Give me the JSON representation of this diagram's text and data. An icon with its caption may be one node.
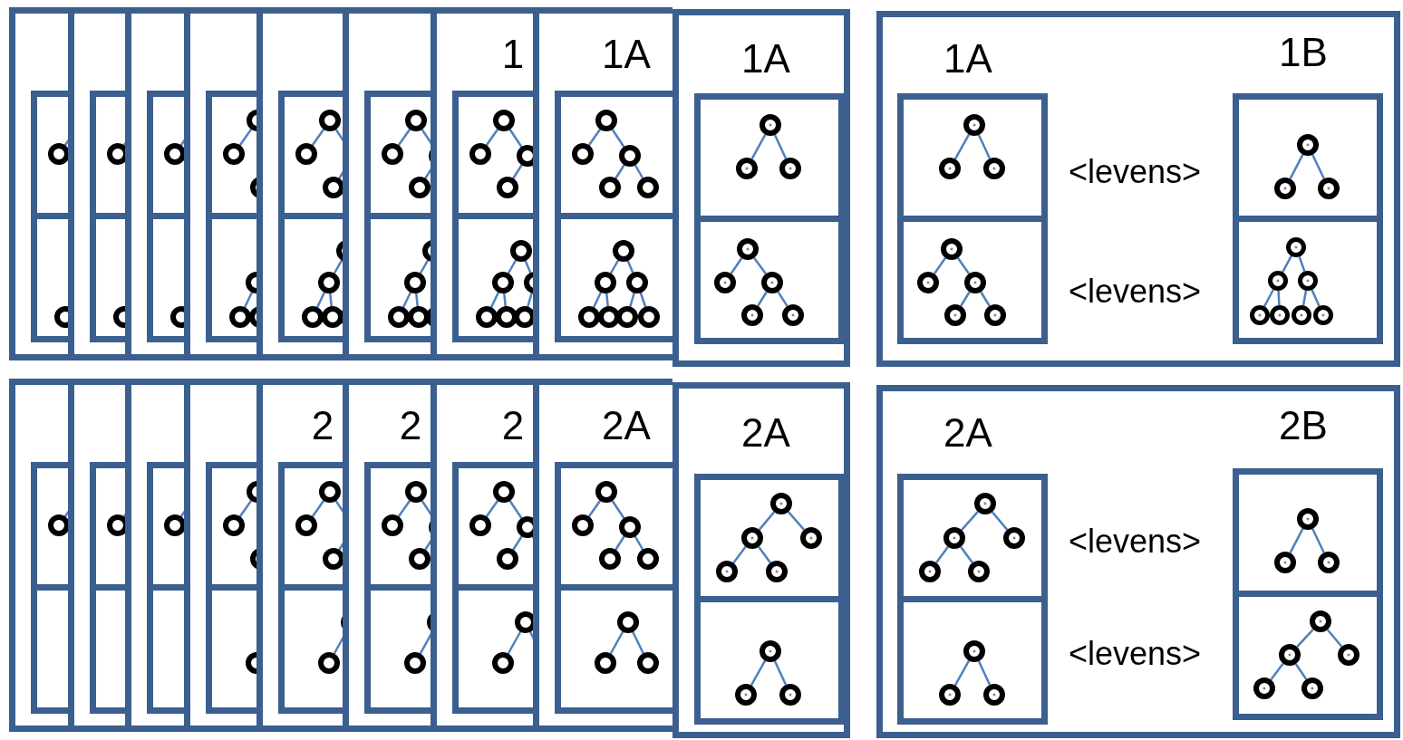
{
  "diagram": {
    "nodes": [
      {
        "text": [],
        "shape": "box"
      },
      {
        "text": [],
        "shape": "box",
        "in": 0
      },
      {
        "text": [],
        "shape": "box",
        "in": 0
      },
      {
        "text": [],
        "shape": "box"
      },
      {
        "text": [],
        "shape": "box",
        "in": 3
      },
      {
        "text": [],
        "shape": "box",
        "in": 3
      },
      {
        "text": [],
        "shape": "box"
      },
      {
        "text": [],
        "shape": "box",
        "in": 6
      },
      {
        "text": [],
        "shape": "box",
        "in": 6
      },
      {
        "text": [],
        "shape": "box"
      },
      {
        "text": [],
        "shape": "box",
        "in": 9
      },
      {
        "text": [],
        "shape": "box",
        "in": 9
      },
      {
        "text": [],
        "shape": "box"
      },
      {
        "text": [],
        "shape": "box",
        "in": 12
      },
      {
        "text": [],
        "shape": "box",
        "in": 12
      },
      {
        "text": [],
        "shape": "box"
      },
      {
        "text": [],
        "shape": "box",
        "in": 15
      },
      {
        "text": [],
        "shape": "box",
        "in": 15
      },
      {
        "text": [
          "1"
        ]
      },
      {
        "text": [],
        "shape": "box",
        "in": 18
      },
      {
        "text": [],
        "shape": "box",
        "in": 18
      },
      {
        "text": [
          "1A"
        ]
      },
      {
        "text": [],
        "shape": "box",
        "in": 21
      },
      {
        "text": [],
        "shape": "box",
        "in": 21
      },
      {
        "text": [
          "1A"
        ]
      },
      {
        "text": [],
        "shape": "box",
        "in": 24
      },
      {
        "text": [],
        "shape": "box",
        "in": 24
      },
      {
        "text": [],
        "shape": "circle",
        "in": 25
      },
      {
        "text": [],
        "shape": "circle",
        "in": 25
      },
      {
        "text": [],
        "shape": "circle",
        "in": 25
      },
      {
        "text": [],
        "shape": "circle",
        "in": 26
      },
      {
        "text": [],
        "shape": "circle",
        "in": 26
      },
      {
        "text": [],
        "shape": "circle",
        "in": 26
      },
      {
        "text": [],
        "shape": "circle",
        "in": 26
      },
      {
        "text": [],
        "shape": "circle",
        "in": 26
      },
      {
        "text": [
          "1A",
          "1B",
          "<levens>",
          "<levens>"
        ]
      },
      {
        "text": [],
        "shape": "box",
        "in": 35
      },
      {
        "text": [],
        "shape": "box",
        "in": 35
      },
      {
        "text": [],
        "shape": "box",
        "in": 35
      },
      {
        "text": [],
        "shape": "box",
        "in": 35
      },
      {
        "text": [],
        "shape": "circle",
        "in": 36
      },
      {
        "text": [],
        "shape": "circle",
        "in": 36
      },
      {
        "text": [],
        "shape": "circle",
        "in": 36
      },
      {
        "text": [],
        "shape": "circle",
        "in": 37
      },
      {
        "text": [],
        "shape": "circle",
        "in": 37
      },
      {
        "text": [],
        "shape": "circle",
        "in": 37
      },
      {
        "text": [],
        "shape": "circle",
        "in": 37
      },
      {
        "text": [],
        "shape": "circle",
        "in": 37
      },
      {
        "text": [],
        "shape": "circle",
        "in": 38
      },
      {
        "text": [],
        "shape": "circle",
        "in": 38
      },
      {
        "text": [],
        "shape": "circle",
        "in": 38
      },
      {
        "text": [],
        "shape": "circle",
        "in": 39
      },
      {
        "text": [],
        "shape": "circle",
        "in": 39
      },
      {
        "text": [],
        "shape": "circle",
        "in": 39
      },
      {
        "text": [],
        "shape": "circle",
        "in": 39
      },
      {
        "text": [],
        "shape": "circle",
        "in": 39
      },
      {
        "text": [],
        "shape": "circle",
        "in": 39
      },
      {
        "text": [],
        "shape": "circle",
        "in": 39
      },
      {
        "text": [],
        "shape": "box"
      },
      {
        "text": [],
        "shape": "box",
        "in": 58
      },
      {
        "text": [],
        "shape": "box",
        "in": 58
      },
      {
        "text": [],
        "shape": "box"
      },
      {
        "text": [],
        "shape": "box",
        "in": 61
      },
      {
        "text": [],
        "shape": "box",
        "in": 61
      },
      {
        "text": [],
        "shape": "box"
      },
      {
        "text": [],
        "shape": "box",
        "in": 64
      },
      {
        "text": [],
        "shape": "box",
        "in": 64
      },
      {
        "text": [],
        "shape": "box"
      },
      {
        "text": [],
        "shape": "box",
        "in": 67
      },
      {
        "text": [],
        "shape": "box",
        "in": 67
      },
      {
        "text": [
          "2"
        ]
      },
      {
        "text": [],
        "shape": "box",
        "in": 70
      },
      {
        "text": [],
        "shape": "box",
        "in": 70
      },
      {
        "text": [
          "2"
        ]
      },
      {
        "text": [],
        "shape": "box",
        "in": 73
      },
      {
        "text": [],
        "shape": "box",
        "in": 73
      },
      {
        "text": [
          "2"
        ]
      },
      {
        "text": [],
        "shape": "box",
        "in": 76
      },
      {
        "text": [],
        "shape": "box",
        "in": 76
      },
      {
        "text": [
          "2A"
        ]
      },
      {
        "text": [],
        "shape": "box",
        "in": 79
      },
      {
        "text": [],
        "shape": "box",
        "in": 79
      },
      {
        "text": [
          "2A"
        ]
      },
      {
        "text": [],
        "shape": "box",
        "in": 82
      },
      {
        "text": [],
        "shape": "box",
        "in": 82
      },
      {
        "text": [],
        "shape": "circle",
        "in": 83
      },
      {
        "text": [],
        "shape": "circle",
        "in": 83
      },
      {
        "text": [],
        "shape": "circle",
        "in": 83
      },
      {
        "text": [],
        "shape": "circle",
        "in": 83
      },
      {
        "text": [],
        "shape": "circle",
        "in": 83
      },
      {
        "text": [],
        "shape": "circle",
        "in": 84
      },
      {
        "text": [],
        "shape": "circle",
        "in": 84
      },
      {
        "text": [],
        "shape": "circle",
        "in": 84
      },
      {
        "text": [
          "2A",
          "2B",
          "<levens>",
          "<levens>"
        ]
      },
      {
        "text": [],
        "shape": "box",
        "in": 93
      },
      {
        "text": [],
        "shape": "box",
        "in": 93
      },
      {
        "text": [],
        "shape": "box",
        "in": 93
      },
      {
        "text": [],
        "shape": "box",
        "in": 93
      },
      {
        "text": [],
        "shape": "circle",
        "in": 94
      },
      {
        "text": [],
        "shape": "circle",
        "in": 94
      },
      {
        "text": [],
        "shape": "circle",
        "in": 94
      },
      {
        "text": [],
        "shape": "circle",
        "in": 94
      },
      {
        "text": [],
        "shape": "circle",
        "in": 94
      },
      {
        "text": [],
        "shape": "circle",
        "in": 95
      },
      {
        "text": [],
        "shape": "circle",
        "in": 95
      },
      {
        "text": [],
        "shape": "circle",
        "in": 95
      },
      {
        "text": [],
        "shape": "circle",
        "in": 96
      },
      {
        "text": [],
        "shape": "circle",
        "in": 96
      },
      {
        "text": [],
        "shape": "circle",
        "in": 96
      },
      {
        "text": [],
        "shape": "circle",
        "in": 97
      },
      {
        "text": [],
        "shape": "circle",
        "in": 97
      },
      {
        "text": [],
        "shape": "circle",
        "in": 97
      },
      {
        "text": [],
        "shape": "circle",
        "in": 97
      },
      {
        "text": [],
        "shape": "circle",
        "in": 97
      }
    ],
    "edges": [
      {
        "from": 27,
        "to": 28,
        "arrow": "none"
      },
      {
        "from": 27,
        "to": 29,
        "arrow": "none"
      },
      {
        "from": 30,
        "to": 31,
        "arrow": "none"
      },
      {
        "from": 30,
        "to": 32,
        "arrow": "none"
      },
      {
        "from": 32,
        "to": 33,
        "arrow": "none"
      },
      {
        "from": 32,
        "to": 34,
        "arrow": "none"
      },
      {
        "from": 40,
        "to": 41,
        "arrow": "none"
      },
      {
        "from": 40,
        "to": 42,
        "arrow": "none"
      },
      {
        "from": 43,
        "to": 44,
        "arrow": "none"
      },
      {
        "from": 43,
        "to": 45,
        "arrow": "none"
      },
      {
        "from": 45,
        "to": 46,
        "arrow": "none"
      },
      {
        "from": 45,
        "to": 47,
        "arrow": "none"
      },
      {
        "from": 48,
        "to": 49,
        "arrow": "none"
      },
      {
        "from": 48,
        "to": 50,
        "arrow": "none"
      },
      {
        "from": 51,
        "to": 52,
        "arrow": "none"
      },
      {
        "from": 51,
        "to": 53,
        "arrow": "none"
      },
      {
        "from": 52,
        "to": 54,
        "arrow": "none"
      },
      {
        "from": 52,
        "to": 55,
        "arrow": "none"
      },
      {
        "from": 53,
        "to": 56,
        "arrow": "none"
      },
      {
        "from": 53,
        "to": 57,
        "arrow": "none"
      },
      {
        "from": 85,
        "to": 86,
        "arrow": "none"
      },
      {
        "from": 85,
        "to": 87,
        "arrow": "none"
      },
      {
        "from": 86,
        "to": 88,
        "arrow": "none"
      },
      {
        "from": 86,
        "to": 89,
        "arrow": "none"
      },
      {
        "from": 90,
        "to": 91,
        "arrow": "none"
      },
      {
        "from": 90,
        "to": 92,
        "arrow": "none"
      },
      {
        "from": 98,
        "to": 99,
        "arrow": "none"
      },
      {
        "from": 98,
        "to": 100,
        "arrow": "none"
      },
      {
        "from": 99,
        "to": 101,
        "arrow": "none"
      },
      {
        "from": 99,
        "to": 102,
        "arrow": "none"
      },
      {
        "from": 103,
        "to": 104,
        "arrow": "none"
      },
      {
        "from": 103,
        "to": 105,
        "arrow": "none"
      },
      {
        "from": 106,
        "to": 107,
        "arrow": "none"
      },
      {
        "from": 106,
        "to": 108,
        "arrow": "none"
      },
      {
        "from": 109,
        "to": 110,
        "arrow": "none"
      },
      {
        "from": 109,
        "to": 111,
        "arrow": "none"
      },
      {
        "from": 110,
        "to": 112,
        "arrow": "none"
      },
      {
        "from": 110,
        "to": 113,
        "arrow": "none"
      }
    ]
  }
}
